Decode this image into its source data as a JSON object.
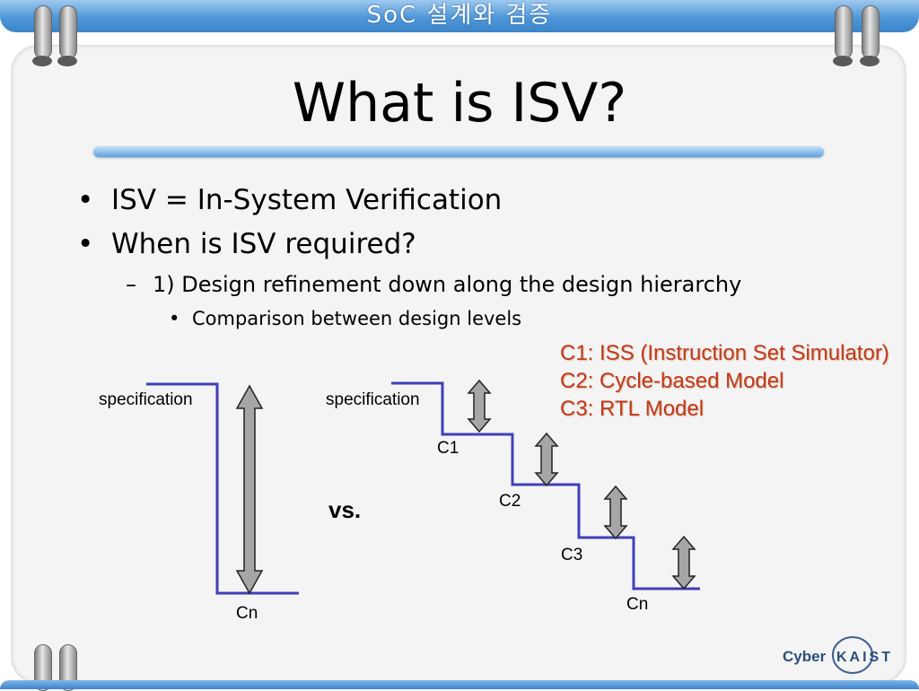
{
  "header": {
    "title": "SoC 설계와 검증"
  },
  "slide": {
    "title": "What is ISV?",
    "bullets": [
      {
        "marker": "•",
        "text": "ISV = In-System Verification"
      },
      {
        "marker": "•",
        "text": "When is ISV required?"
      }
    ],
    "sub_bullet": {
      "marker": "–",
      "text": "1) Design refinement down along the design hierarchy"
    },
    "sub_sub_bullet": {
      "marker": "•",
      "text": "Comparison between design levels"
    }
  },
  "legend": {
    "lines": [
      "C1: ISS (Instruction Set Simulator)",
      "C2: Cycle-based Model",
      "C3: RTL Model"
    ]
  },
  "diagram": {
    "left": {
      "top_label": "specification",
      "bottom_label": "Cn"
    },
    "vs_label": "vs.",
    "right": {
      "top_label": "specification",
      "step_labels": [
        "C1",
        "C2",
        "C3",
        "Cn"
      ]
    }
  },
  "logo": {
    "text_left": "Cyber",
    "text_right": "KAIST"
  },
  "colors": {
    "step_line": "#3f3fb8",
    "arrow_fill": "#a6a6a6",
    "legend_text": "#c0391b",
    "accent_blue": "#4f97d8"
  }
}
